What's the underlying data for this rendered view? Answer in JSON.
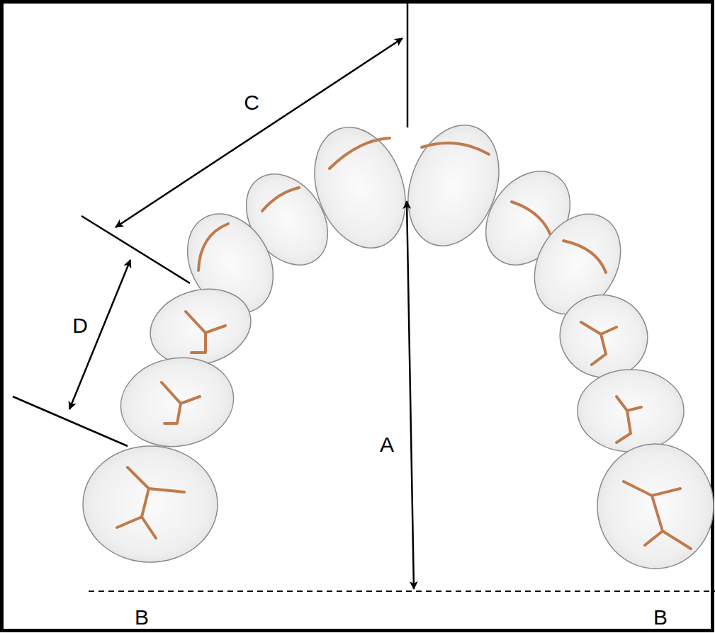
{
  "diagram": {
    "labels": [
      "C",
      "D",
      "A",
      "B",
      "B"
    ]
  }
}
